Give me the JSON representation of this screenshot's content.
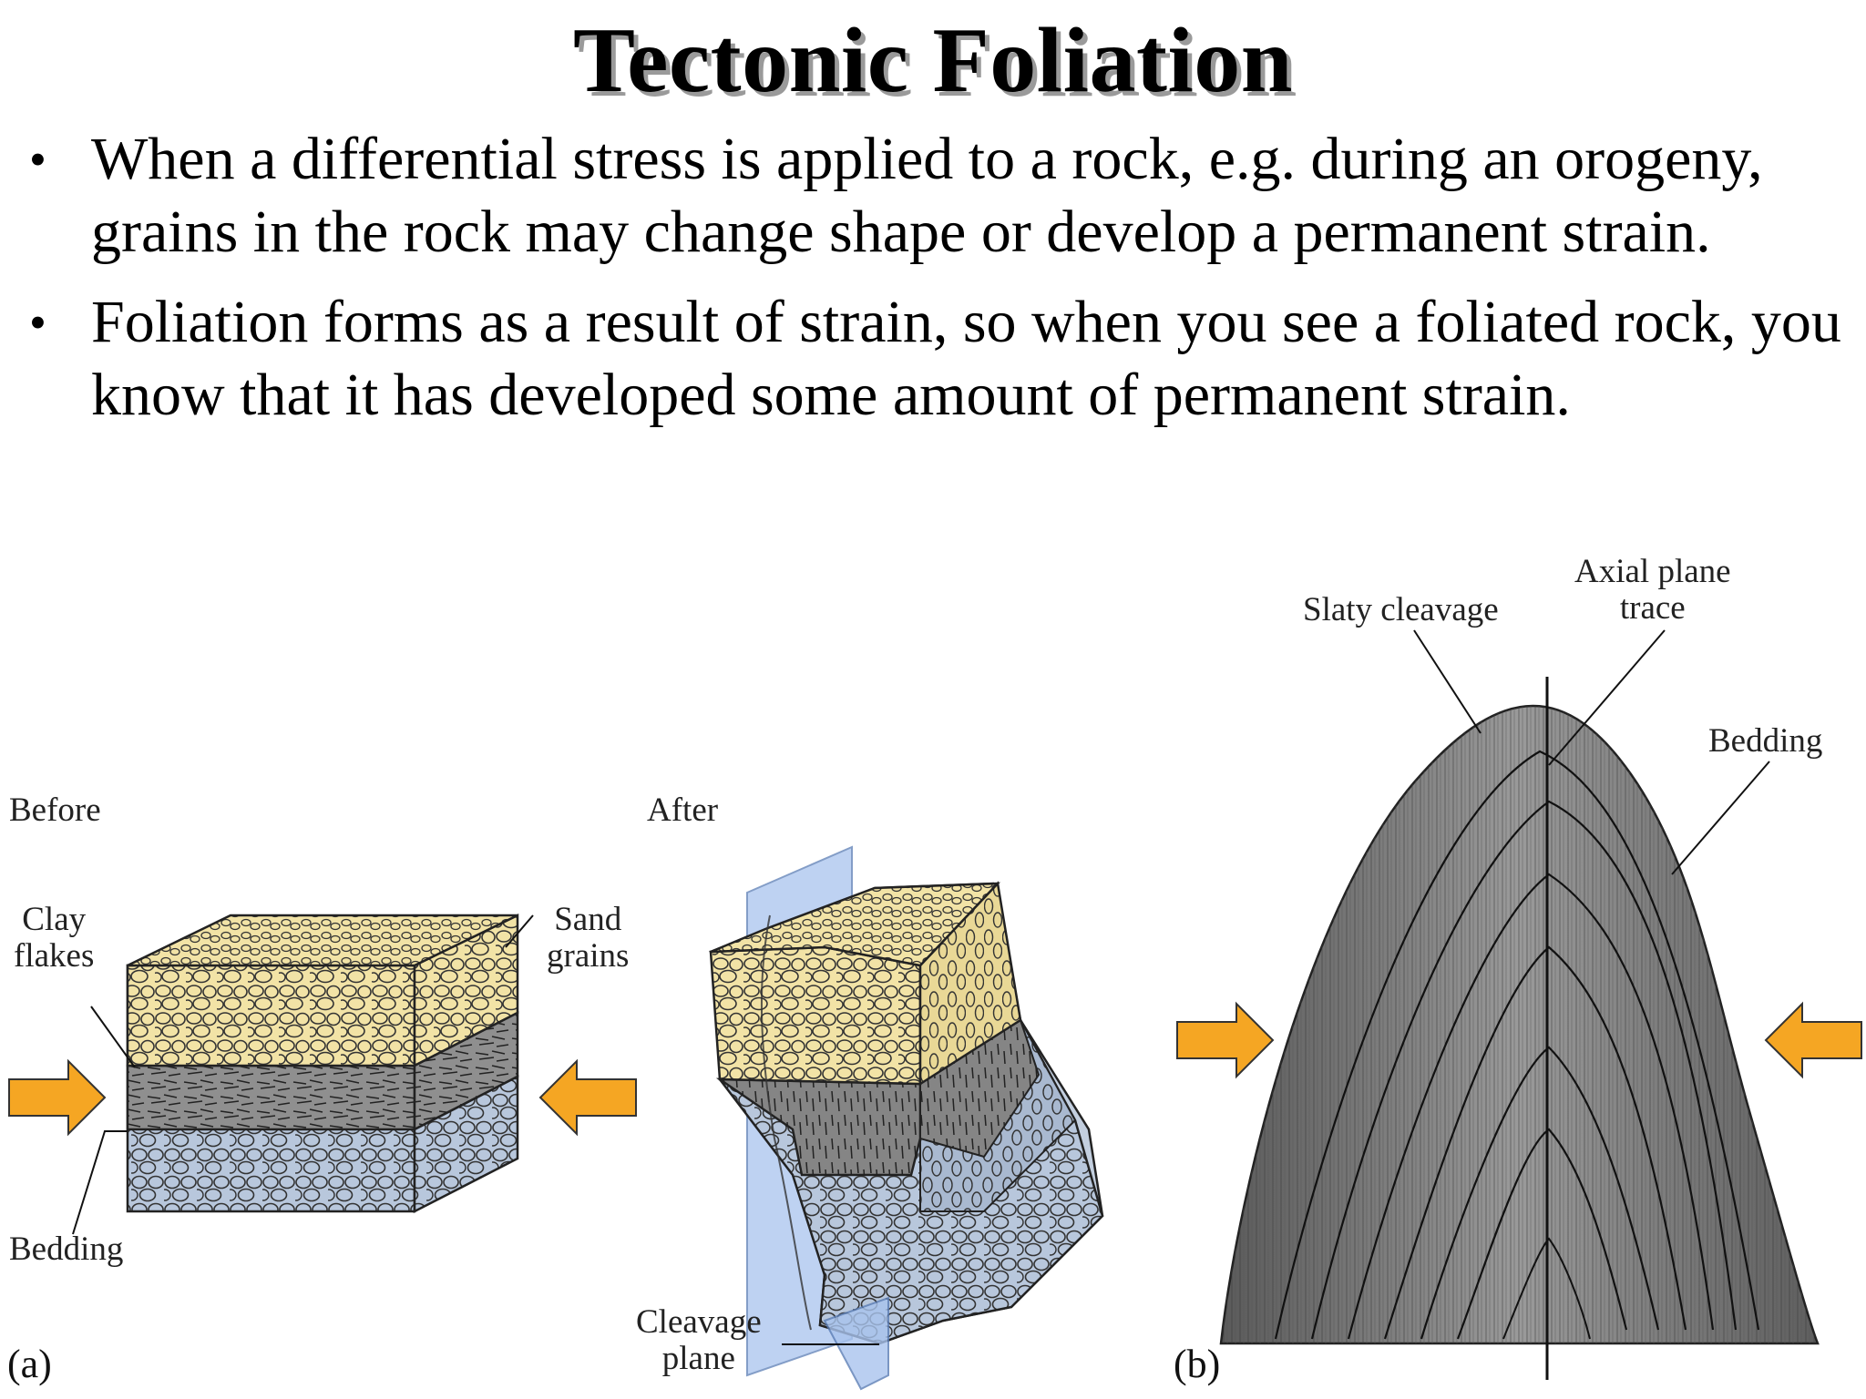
{
  "title": "Tectonic Foliation",
  "bullets": [
    "When a differential stress is applied to a rock, e.g. during an orogeny, grains in the rock may change shape or develop a permanent strain.",
    "Foliation forms as a result of strain, so when you see a foliated rock, you know that it has developed some amount of permanent strain."
  ],
  "figure": {
    "panel_a": {
      "letter": "(a)",
      "before_label": "Before",
      "after_label": "After",
      "clay_flakes_label": "Clay\nflakes",
      "sand_grains_label": "Sand\ngrains",
      "bedding_label": "Bedding",
      "cleavage_plane_label": "Cleavage\nplane"
    },
    "panel_b": {
      "letter": "(b)",
      "slaty_cleavage_label": "Slaty cleavage",
      "axial_plane_label": "Axial plane\ntrace",
      "bedding_label": "Bedding"
    }
  },
  "colors": {
    "sand_layer": "#f2e3a6",
    "clay_layer": "#8c8c8c",
    "lower_layer": "#b8c7dc",
    "arrow": "#f5a623",
    "plane": "#a9c4ee",
    "fold": "#6f6f6f"
  }
}
